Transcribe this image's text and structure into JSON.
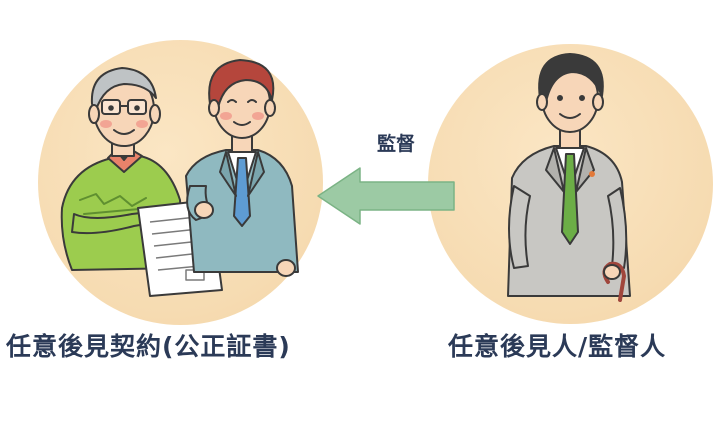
{
  "left_caption": "任意後見契約(公正証書)",
  "right_caption": "任意後見人/監督人",
  "arrow_label": "監督",
  "colors": {
    "caption_text": "#2b3a57",
    "circle_fill": "#f6dbb1",
    "arrow_fill": "#9ccaa4",
    "sweater": "#9ccc4e",
    "suit_blue": "#8fb9c0",
    "suit_gray": "#c8c7c3",
    "tie_green": "#6cae46"
  },
  "icons": [
    "elderly-man-illustration",
    "lawyer-illustration",
    "guardian-illustration",
    "document-icon",
    "arrow-left-icon"
  ]
}
